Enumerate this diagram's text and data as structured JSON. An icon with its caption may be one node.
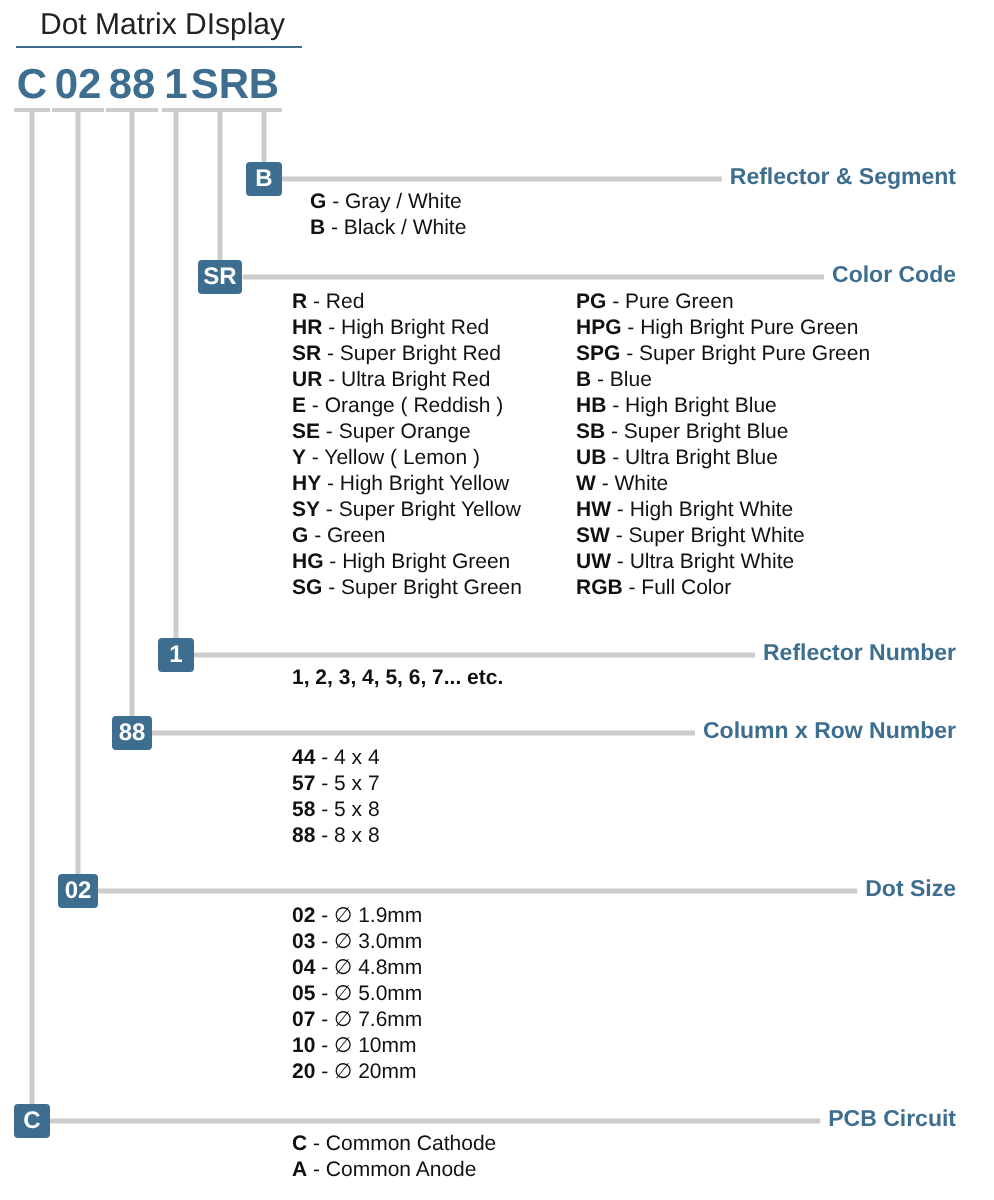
{
  "diagram": {
    "title": "Dot Matrix DIsplay",
    "nodes": [
      {
        "text": [
          "C"
        ]
      },
      {
        "text": [
          "02"
        ]
      },
      {
        "text": [
          "88"
        ]
      },
      {
        "text": [
          "1"
        ]
      },
      {
        "text": [
          "SR"
        ]
      },
      {
        "text": [
          "B"
        ]
      },
      {
        "text": [
          "B"
        ]
      },
      {
        "text": [
          "Reflector & Segment"
        ]
      },
      {
        "text": [
          "SR"
        ]
      },
      {
        "text": [
          "Color Code"
        ]
      },
      {
        "text": [
          "1"
        ]
      },
      {
        "text": [
          "Reflector Number"
        ]
      },
      {
        "text": [
          "88"
        ]
      },
      {
        "text": [
          "Column x Row Number"
        ]
      },
      {
        "text": [
          "02"
        ]
      },
      {
        "text": [
          "Dot Size"
        ]
      },
      {
        "text": [
          "C"
        ]
      },
      {
        "text": [
          "PCB Circuit"
        ]
      }
    ],
    "edges": [
      {
        "from": 5,
        "to": 6,
        "arrow": "none"
      },
      {
        "from": 6,
        "to": 7,
        "arrow": "none"
      },
      {
        "from": 4,
        "to": 8,
        "arrow": "none"
      },
      {
        "from": 8,
        "to": 9,
        "arrow": "none"
      },
      {
        "from": 3,
        "to": 10,
        "arrow": "none"
      },
      {
        "from": 10,
        "to": 11,
        "arrow": "none"
      },
      {
        "from": 2,
        "to": 12,
        "arrow": "none"
      },
      {
        "from": 12,
        "to": 13,
        "arrow": "none"
      },
      {
        "from": 1,
        "to": 14,
        "arrow": "none"
      },
      {
        "from": 14,
        "to": 15,
        "arrow": "none"
      },
      {
        "from": 0,
        "to": 16,
        "arrow": "none"
      },
      {
        "from": 16,
        "to": 17,
        "arrow": "none"
      }
    ],
    "labels": [
      "**G** - Gray / White",
      "**B** - Black / White",
      "**R** - Red",
      "**PG** - Pure Green",
      "**HR** - High Bright Red",
      "**HPG** - High Bright Pure Green",
      "**SR** - Super Bright Red",
      "**SPG** - Super Bright Pure Green",
      "**UR** - Ultra Bright Red",
      "**B** - Blue",
      "**E** - Orange ( Reddish )",
      "**HB** - High Bright Blue",
      "**SE** - Super Orange",
      "**SB** - Super Bright Blue",
      "**Y** - Yellow ( Lemon )",
      "**UB** - Ultra Bright Blue",
      "**HY** - High Bright Yellow",
      "**W** - White",
      "**SY** - Super Bright Yellow",
      "**HW** - High Bright White",
      "**G** - Green",
      "**SW** - Super Bright White",
      "**HG** - High Bright Green",
      "**UW** - Ultra Bright White",
      "**SG** - Super Bright Green",
      "**RGB** - Full Color",
      "1, 2, 3, 4, 5, 6, 7... etc.",
      "**44** - 4 x 4",
      "**57** - 5 x 7",
      "**58** - 5 x 8",
      "**88** - 8 x 8",
      "**02** - ∅ 1.9mm",
      "**03** - ∅ 3.0mm",
      "**04** - ∅ 4.8mm",
      "**05** - ∅ 5.0mm",
      "**07** - ∅ 7.6mm",
      "**10** - ∅ 10mm",
      "**20** - ∅ 20mm",
      "**C** - Common Cathode",
      "**A** - Common Anode"
    ]
  }
}
